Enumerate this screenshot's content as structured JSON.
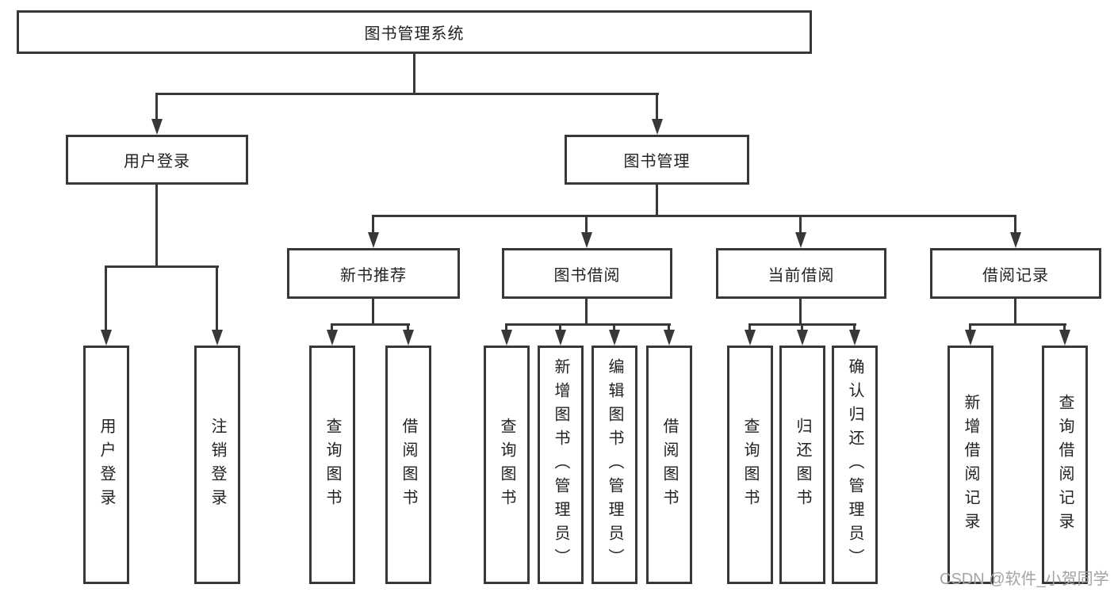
{
  "colors": {
    "line": "#383838",
    "text": "#222222",
    "wm": "#a3a3a3",
    "bg": "#ffffff"
  },
  "nodes": {
    "root": {
      "label": "图书管理系统"
    },
    "user_login": {
      "label": "用户登录"
    },
    "book_mgmt": {
      "label": "图书管理"
    },
    "new_book_rec": {
      "label": "新书推荐"
    },
    "book_borrow": {
      "label": "图书借阅"
    },
    "current_borrow": {
      "label": "当前借阅"
    },
    "borrow_record": {
      "label": "借阅记录"
    },
    "leaf_user_login": {
      "label": "用户登录"
    },
    "leaf_logout": {
      "label": "注销登录"
    },
    "leaf_rec_query": {
      "label": "查询图书"
    },
    "leaf_rec_borrow": {
      "label": "借阅图书"
    },
    "leaf_bb_query": {
      "label": "查询图书"
    },
    "leaf_bb_add": {
      "label": "新增图书（管理员）"
    },
    "leaf_bb_edit": {
      "label": "编辑图书（管理员）"
    },
    "leaf_bb_borrow": {
      "label": "借阅图书"
    },
    "leaf_cb_query": {
      "label": "查询图书"
    },
    "leaf_cb_return": {
      "label": "归还图书"
    },
    "leaf_cb_confirm": {
      "label": "确认归还（管理员）"
    },
    "leaf_br_add": {
      "label": "新增借阅记录"
    },
    "leaf_br_query": {
      "label": "查询借阅记录"
    }
  },
  "watermark": {
    "text": "CSDN @软件_小贺同学"
  }
}
